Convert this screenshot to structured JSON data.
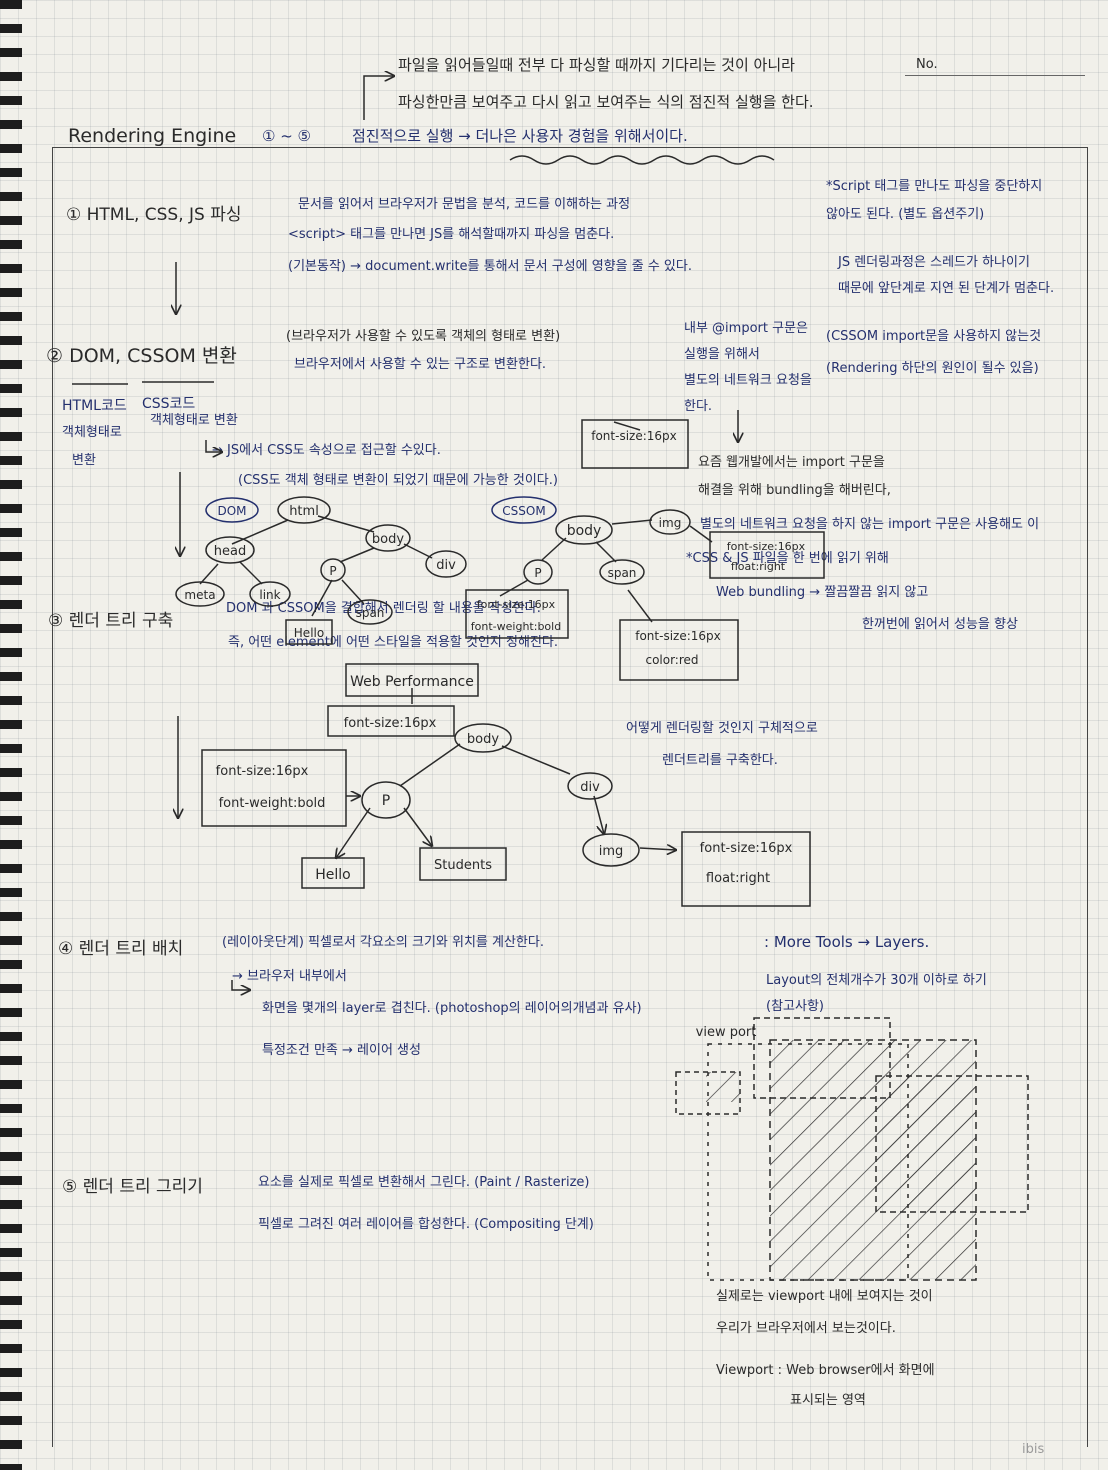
{
  "header": {
    "no": "No.",
    "top_note_1": "파일을 읽어들일때 전부 다 파싱할 때까지 기다리는 것이 아니라",
    "top_note_2": "파싱한만큼 보여주고 다시 읽고 보여주는 식의 점진적 실행을 한다.",
    "title": "Rendering Engine",
    "range": "① ~ ⑤",
    "title_note": "점진적으로 실행 → 더나은 사용자 경험을 위해서이다."
  },
  "step1": {
    "label": "① HTML, CSS, JS 파싱",
    "desc_1": "문서를 읽어서 브라우저가 문법을 분석, 코드를 이해하는 과정",
    "desc_2": "<script> 태그를 만나면 JS를 해석할때까지 파싱을 멈춘다.",
    "desc_3": "(기본동작) → document.write를 통해서 문서 구성에 영향을 줄 수 있다.",
    "side_1": "*Script 태그를 만나도 파싱을 중단하지",
    "side_2": "않아도 된다. (별도 옵션주기)",
    "side_3": "JS 렌더링과정은 스레드가 하나이기",
    "side_4": "때문에 앞단계로 지연 된 단계가 멈춘다."
  },
  "step2": {
    "label": "② DOM, CSSOM 변환",
    "desc_1": "(브라우저가 사용할 수 있도록 객체의 형태로 변환)",
    "desc_2": "브라우저에서 사용할 수 있는 구조로 변환한다.",
    "html_code": "HTML코드",
    "css_code": "CSS코드",
    "html_obj_1": "객체형태로",
    "html_obj_2": "변환",
    "css_obj": "객체형태로 변환",
    "js_access": "→ JS에서 CSS도 속성으로 접근할 수있다.",
    "css_note": "(CSS도 객체 형태로 변환이 되었기 때문에 가능한 것이다.)",
    "import_1": "내부 @import 구문은",
    "import_2": "실행을 위해서",
    "import_3": "별도의 네트워크 요청을",
    "import_4": "한다.",
    "cssom_1": "(CSSOM import문을 사용하지 않는것",
    "cssom_2": "(Rendering 하단의 원인이 될수 있음)",
    "modern_1": "요즘 웹개발에서는 import 구문을",
    "modern_2": "해결을 위해 bundling을 해버린다,",
    "modern_3": "별도의 네트워크 요청을 하지 않는 import 구문은 사용해도 이",
    "modern_4": "*CSS & JS 파일을 한 번에 읽기 위해",
    "modern_5": "Web bundling → 짤끔짤끔 읽지 않고",
    "modern_6": "한꺼번에 읽어서 성능을 향상"
  },
  "step3": {
    "label": "③ 렌더 트리 구축",
    "desc_1": "DOM 과 CSSOM을 결합해서 렌더링 할 내용을 작성한다.",
    "desc_2": "즉, 어떤 element에 어떤 스타일을 적용할 것인지 정해진다.",
    "desc_3": "어떻게 렌더링할 것인지 구체적으로",
    "desc_4": "렌더트리를 구축한다."
  },
  "dom_tree": {
    "badge": "DOM",
    "html": "html",
    "head": "head",
    "body": "body",
    "meta": "meta",
    "link": "link",
    "p": "P",
    "div": "div",
    "span": "span",
    "hello": "Hello"
  },
  "cssom_tree": {
    "badge": "CSSOM",
    "body": "body",
    "p": "P",
    "span": "span",
    "img": "img",
    "font_size": "font-size:16px",
    "style_p_1": "font-size:16px",
    "style_p_2": "font-weight:bold",
    "style_img_1": "font-size:16px",
    "style_img_2": "float:right",
    "style_span_1": "font-size:16px",
    "style_span_2": "color:red"
  },
  "render_tree": {
    "title": "Web Performance",
    "body_style": "font-size:16px",
    "body": "body",
    "p": "P",
    "div": "div",
    "img": "img",
    "hello": "Hello",
    "students": "Students",
    "p_style_1": "font-size:16px",
    "p_style_2": "font-weight:bold",
    "img_style_1": "font-size:16px",
    "img_style_2": "float:right"
  },
  "step4": {
    "label": "④ 렌더 트리 배치",
    "desc_1": "(레이아웃단계) 픽셀로서 각요소의 크기와 위치를 계산한다.",
    "desc_2": "→ 브라우저 내부에서",
    "desc_3": "화면을 몇개의 layer로 겹친다. (photoshop의 레이어의개념과 유사)",
    "desc_4": "특정조건 만족 → 레이어 생성",
    "tools": ": More Tools → Layers.",
    "layout_1": "Layout의 전체개수가 30개 이하로 하기",
    "layout_2": "(참고사항)",
    "viewport": "view port"
  },
  "step5": {
    "label": "⑤ 렌더 트리 그리기",
    "desc_1": "요소를 실제로 픽셀로 변환해서 그린다. (Paint / Rasterize)",
    "desc_2": "픽셀로 그려진 여러 레이어를 합성한다. (Compositing 단계)",
    "vp_1": "실제로는 viewport 내에 보여지는 것이",
    "vp_2": "우리가 브라우저에서 보는것이다.",
    "vp_3": "Viewport : Web browser에서 화면에",
    "vp_4": "표시되는 영역"
  },
  "brand": "ibis"
}
